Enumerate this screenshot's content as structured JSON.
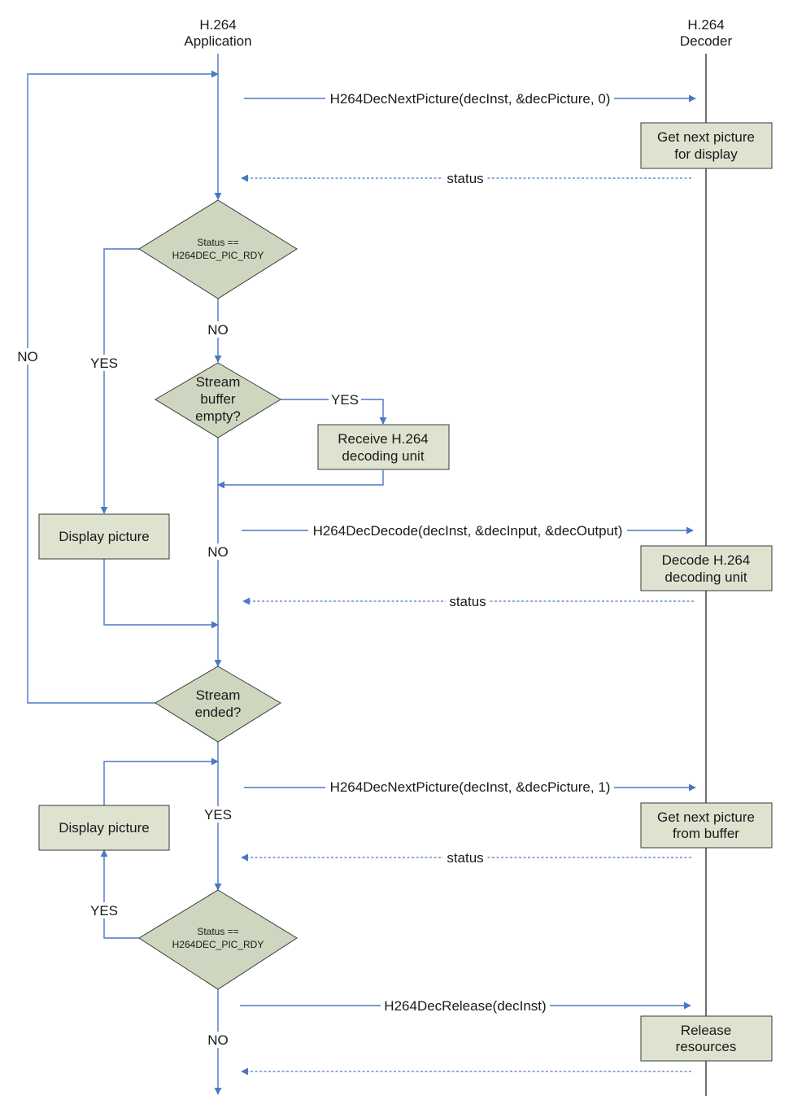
{
  "lanes": {
    "application": [
      "H.264",
      "Application"
    ],
    "decoder": [
      "H.264",
      "Decoder"
    ]
  },
  "calls": {
    "next_picture_0": "H264DecNextPicture(decInst, &decPicture, 0)",
    "decode": "H264DecDecode(decInst, &decInput, &decOutput)",
    "next_picture_1": "H264DecNextPicture(decInst, &decPicture, 1)",
    "release": "H264DecRelease(decInst)",
    "status": "status"
  },
  "decoder_boxes": {
    "get_next_display": [
      "Get next picture",
      "for display"
    ],
    "decode_unit": [
      "Decode H.264",
      "decoding unit"
    ],
    "get_next_buffer": [
      "Get next picture",
      "from buffer"
    ],
    "release": [
      "Release",
      "resources"
    ]
  },
  "app_boxes": {
    "receive_unit": [
      "Receive H.264",
      "decoding unit"
    ],
    "display_picture": "Display picture"
  },
  "decisions": {
    "status_ready": [
      "Status ==",
      "H264DEC_PIC_RDY"
    ],
    "buffer_empty": [
      "Stream",
      "buffer",
      "empty?"
    ],
    "stream_ended": [
      "Stream",
      "ended?"
    ]
  },
  "branch_labels": {
    "yes": "YES",
    "no": "NO"
  },
  "colors": {
    "arrow": "#4a78c2",
    "box_fill": "#dde3cf",
    "diamond_fill": "#cfd6bf"
  }
}
